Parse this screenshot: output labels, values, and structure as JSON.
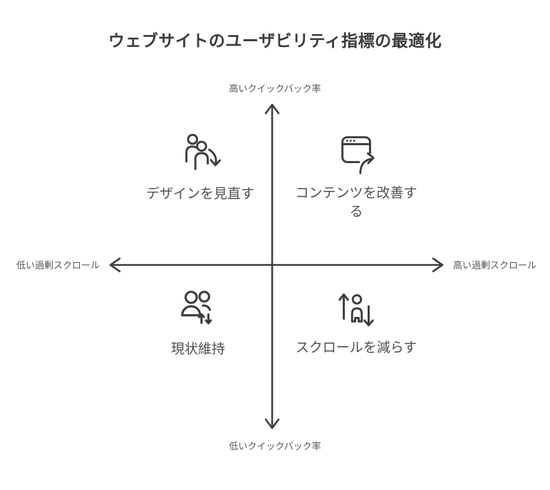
{
  "title": "ウェブサイトのユーザビリティ指標の最適化",
  "axes": {
    "top": "高いクイックバック率",
    "bottom": "低いクイックバック率",
    "left": "低い過剰スクロール",
    "right": "高い過剰スクロール"
  },
  "quadrants": {
    "top_left": {
      "label": "デザインを見直す",
      "icon": "users-decline-icon"
    },
    "top_right": {
      "label": "コンテンツを改善する",
      "icon": "browser-redirect-icon"
    },
    "bottom_left": {
      "label": "現状維持",
      "icon": "users-updown-icon"
    },
    "bottom_right": {
      "label": "スクロールを減らす",
      "icon": "person-scroll-icon"
    }
  },
  "colors": {
    "ink": "#3d3d3d",
    "title_text": "#3b3b3b",
    "quadrant_label_text": "#4e4e4e",
    "axis_label_text": "#555555",
    "background": "#ffffff"
  }
}
